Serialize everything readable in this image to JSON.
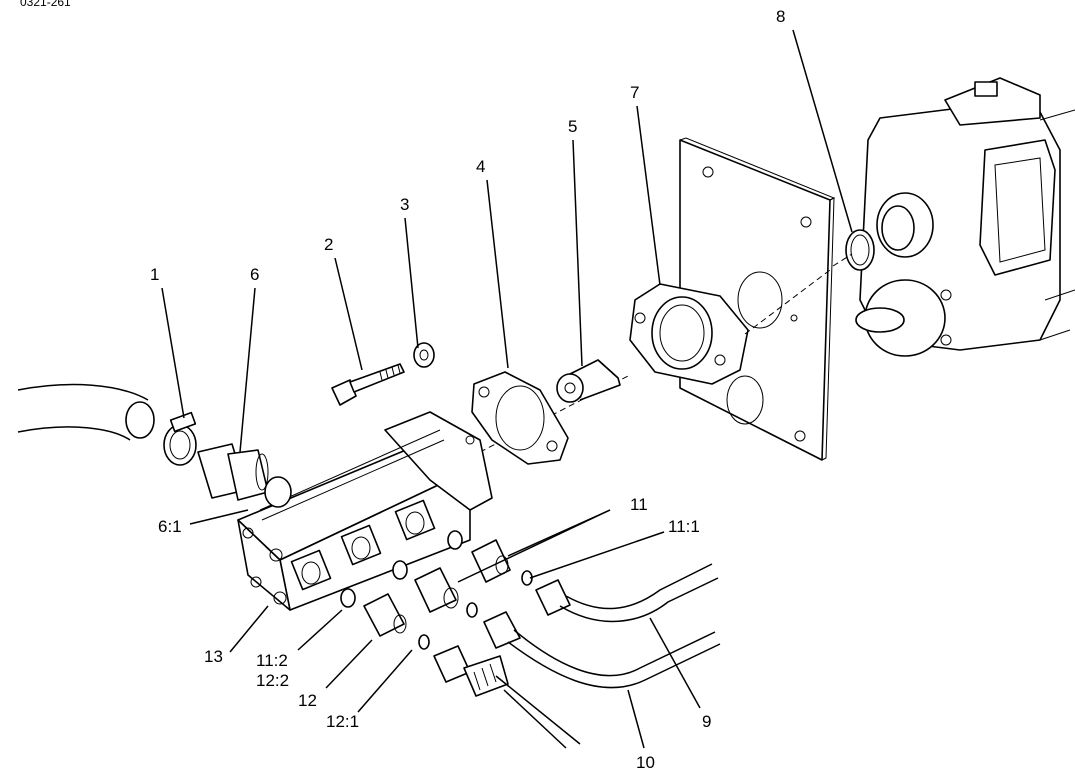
{
  "figure_id": "0321-261",
  "callouts": {
    "c1": "1",
    "c2": "2",
    "c3": "3",
    "c4": "4",
    "c5": "5",
    "c6": "6",
    "c6_1": "6:1",
    "c7": "7",
    "c8": "8",
    "c9": "9",
    "c10": "10",
    "c11": "11",
    "c11_1": "11:1",
    "c11_2": "11:2",
    "c12": "12",
    "c12_1": "12:1",
    "c12_2": "12:2",
    "c13": "13"
  },
  "icons": [
    "hose-part",
    "hose-clamp-part",
    "adapter-part",
    "bolt-part",
    "washer-part",
    "gasket-part",
    "coupling-part",
    "mounting-plate-part",
    "o-ring-part",
    "pump-part",
    "tube-assembly-part",
    "fitting-part",
    "hydraulic-valve-body"
  ]
}
